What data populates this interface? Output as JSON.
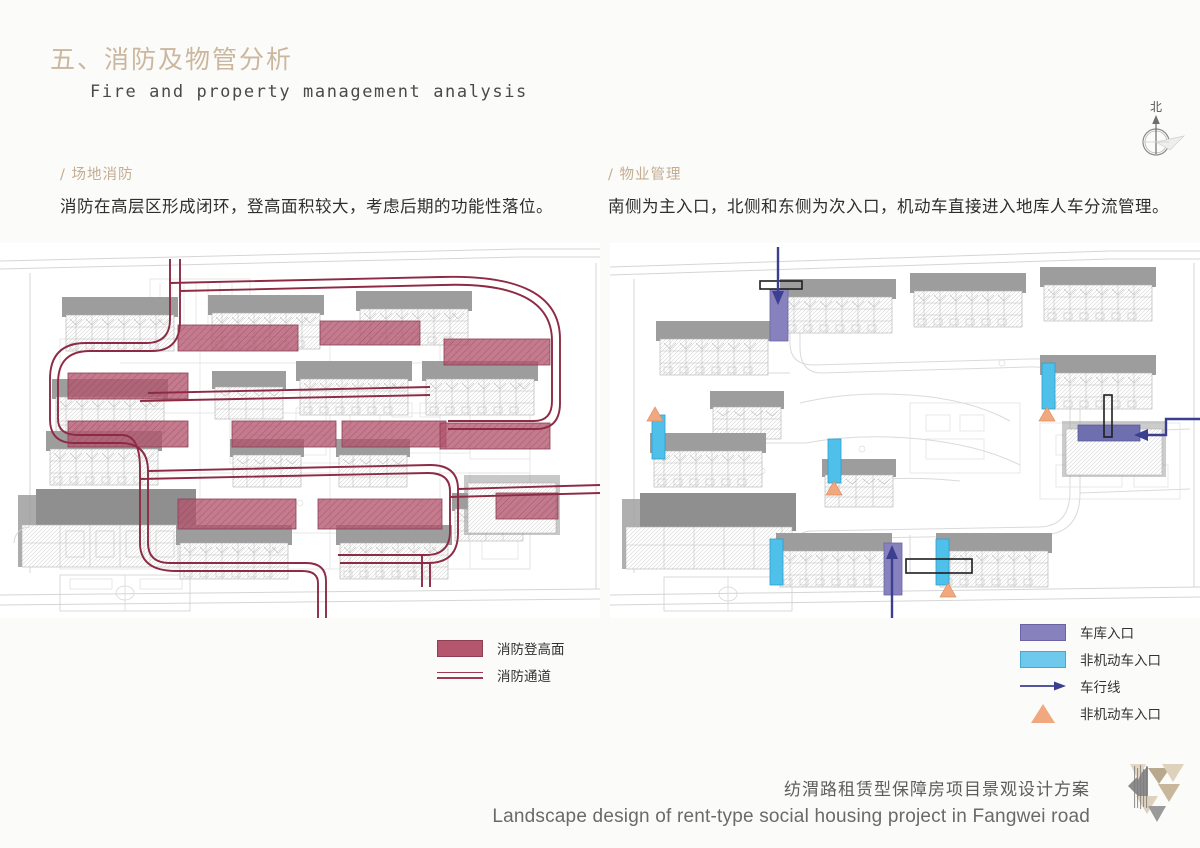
{
  "header": {
    "title_cn": "五、消防及物管分析",
    "title_en": "Fire and property management analysis"
  },
  "north_arrow": {
    "label": "北"
  },
  "sections": [
    {
      "id": "site-fire",
      "label": "/ 场地消防",
      "body": "消防在高层区形成闭环，登高面积较大，考虑后期的功能性落位。"
    },
    {
      "id": "property-management",
      "label": "/ 物业管理",
      "body": "南侧为主入口，北侧和东侧为次入口，机动车直接进入地库人车分流管理。"
    }
  ],
  "legend_left": {
    "items": [
      {
        "key": "fire-rescue-platform-swatch",
        "label": "消防登高面",
        "color": "#b4566e"
      },
      {
        "key": "fire-access-lane-swatch",
        "label": "消防通道",
        "color": "#9b3a52"
      }
    ]
  },
  "legend_right": {
    "items": [
      {
        "key": "garage-entrance-swatch",
        "label": "车库入口",
        "color": "#8781bd"
      },
      {
        "key": "non-motor-entrance-swatch",
        "label": "非机动车入口",
        "color": "#6ec9ec"
      },
      {
        "key": "vehicle-route-arrow",
        "label": "车行线",
        "color": "#3b3f8f"
      },
      {
        "key": "non-motor-entrance-triangle",
        "label": "非机动车入口",
        "color": "#f2a87f"
      }
    ]
  },
  "footer": {
    "title_cn": "纺渭路租赁型保障房项目景观设计方案",
    "title_en": "Landscape design of rent-type social housing project in Fangwei road"
  },
  "palette": {
    "background": "#fbfbf9",
    "heading_tan": "#cbb79e",
    "fire_platform": "#b4566e",
    "fire_lane": "#8d2b45",
    "garage_purple": "#8781bd",
    "bike_cyan": "#4ec0ea",
    "arrow_navy": "#3b3f8f",
    "triangle_orange": "#f2a87f",
    "building_gray": "#9d9d9d",
    "line_gray": "#c9c9c9"
  }
}
